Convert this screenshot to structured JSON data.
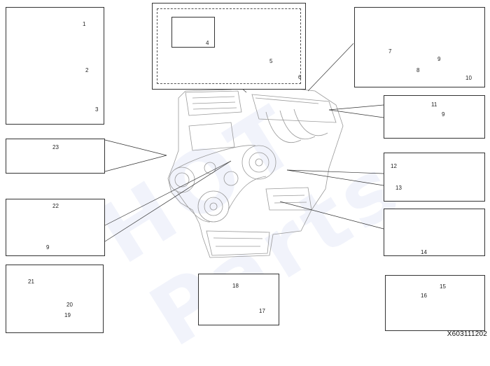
{
  "watermark": "HOT Parts",
  "reference_code": "X603111202",
  "callouts": {
    "n1": "1",
    "n2": "2",
    "n3": "3",
    "n4": "4",
    "n5": "5",
    "n6": "6",
    "n7": "7",
    "n8": "8",
    "n9a": "9",
    "n10": "10",
    "n11": "11",
    "n9b": "9",
    "n12": "12",
    "n13": "13",
    "n14": "14",
    "n15": "15",
    "n16": "16",
    "n17": "17",
    "n18": "18",
    "n19": "19",
    "n20": "20",
    "n21": "21",
    "n22": "22",
    "n9c": "9",
    "n23": "23"
  }
}
